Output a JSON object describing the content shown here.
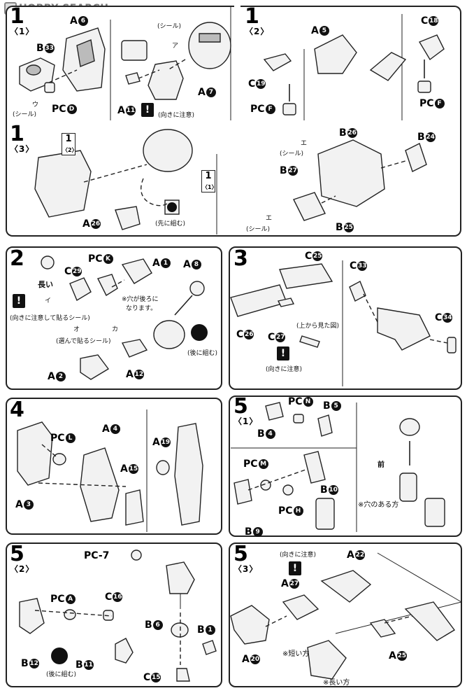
{
  "header": {
    "watermark": "HOBBY SEARCH"
  },
  "panels": {
    "p1_1": {
      "step": "1",
      "sub": "〈1〉",
      "labels": {
        "a6": "A",
        "a6n": "6",
        "b33": "B",
        "b33n": "33",
        "a7": "A",
        "a7n": "7",
        "a11": "A",
        "a11n": "11",
        "pcd": "PC",
        "pcdn": "D"
      },
      "notes": {
        "seal1": "(シール)",
        "seal_a": "ア",
        "seal2": "(シール)",
        "seal_u": "ウ",
        "caution": "(向きに注意)"
      }
    },
    "p1_2": {
      "step": "1",
      "sub": "〈2〉",
      "labels": {
        "a5": "A",
        "a5n": "5",
        "c18": "C",
        "c18n": "18",
        "c19": "C",
        "c19n": "19",
        "pcf1": "PC",
        "pcf1n": "F",
        "pcf2": "PC",
        "pcf2n": "F"
      }
    },
    "p1_3": {
      "step": "1",
      "sub": "〈3〉",
      "labels": {
        "a26": "A",
        "a26n": "26",
        "b26": "B",
        "b26n": "26",
        "b27": "B",
        "b27n": "27",
        "b24": "B",
        "b24n": "24",
        "b25": "B",
        "b25n": "25"
      },
      "refs": {
        "r1": "1",
        "r1s": "〈2〉",
        "r2": "1",
        "r2s": "〈1〉"
      },
      "notes": {
        "tip": "(先に組む)",
        "seal1": "(シール)",
        "seal_e1": "エ",
        "seal2": "(シール)",
        "seal_e2": "エ"
      }
    },
    "p2": {
      "step": "2",
      "labels": {
        "pck": "PC",
        "pckn": "K",
        "a1": "A",
        "a1n": "1",
        "a8": "A",
        "a8n": "8",
        "c29": "C",
        "c29n": "29",
        "a2": "A",
        "a2n": "2",
        "a12": "A",
        "a12n": "12"
      },
      "notes": {
        "long": "長い",
        "hole": "※穴が後ろに",
        "hole2": "なります。",
        "stick": "(向きに注意して貼るシール)",
        "choose": "(選んで貼るシール)",
        "back": "(後に組む)",
        "seal_i": "イ",
        "seal_o": "オ",
        "seal_ka": "カ"
      }
    },
    "p3": {
      "step": "3",
      "labels": {
        "c25": "C",
        "c25n": "25",
        "c33": "C",
        "c33n": "33",
        "c26": "C",
        "c26n": "26",
        "c27": "C",
        "c27n": "27",
        "c34": "C",
        "c34n": "34"
      },
      "notes": {
        "topview": "(上から見た図)",
        "caution": "(向きに注意)"
      }
    },
    "p4": {
      "step": "4",
      "labels": {
        "pcl": "PC",
        "pcln": "L",
        "a4": "A",
        "a4n": "4",
        "a19": "A",
        "a19n": "19",
        "a15": "A",
        "a15n": "15",
        "a3": "A",
        "a3n": "3"
      }
    },
    "p5_1": {
      "step": "5",
      "sub": "〈1〉",
      "labels": {
        "pcn": "PC",
        "pcnn": "N",
        "b5": "B",
        "b5n": "5",
        "b4": "B",
        "b4n": "4",
        "pcm": "PC",
        "pcmn": "M",
        "b10": "B",
        "b10n": "10",
        "pch": "PC",
        "pchn": "H",
        "b9": "B",
        "b9n": "9"
      },
      "notes": {
        "front": "前",
        "holeside": "※穴のある方"
      }
    },
    "p5_2": {
      "step": "5",
      "sub": "〈2〉",
      "labels": {
        "pc7": "PC-7",
        "pca": "PC",
        "pcan": "A",
        "c16": "C",
        "c16n": "16",
        "b6": "B",
        "b6n": "6",
        "b1": "B",
        "b1n": "1",
        "b12": "B",
        "b12n": "12",
        "b11": "B",
        "b11n": "11",
        "c15": "C",
        "c15n": "15"
      },
      "notes": {
        "back": "(後に組む)"
      }
    },
    "p5_3": {
      "step": "5",
      "sub": "〈3〉",
      "labels": {
        "a22": "A",
        "a22n": "22",
        "a27": "A",
        "a27n": "27",
        "a20": "A",
        "a20n": "20",
        "a25": "A",
        "a25n": "25"
      },
      "notes": {
        "caution": "(向きに注意)",
        "short": "※短い方",
        "long": "※長い方"
      }
    }
  }
}
